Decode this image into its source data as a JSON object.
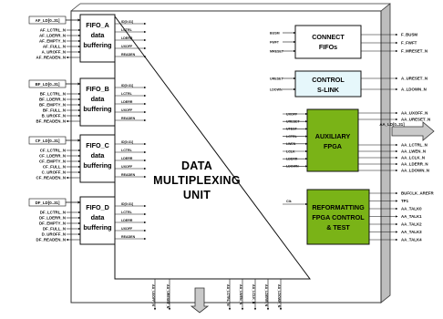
{
  "fifos": [
    {
      "id": "A",
      "title": "FIFO_A",
      "line2": "data",
      "line3": "buffering",
      "bus": "AF_LD[0..31]",
      "signals": [
        "AF_LCTRL_N",
        "AF_LDERR_N",
        "AF_EMPTY_N",
        "AF_FULL_N",
        "A_UROFF_N",
        "AF_READEN_N"
      ],
      "outs": [
        "ID[0:31]",
        "LCTRL",
        "LDERR",
        "UXOFF",
        "READEN"
      ]
    },
    {
      "id": "B",
      "title": "FIFO_B",
      "line2": "data",
      "line3": "buffering",
      "bus": "BF_LD[0..31]",
      "signals": [
        "BF_LCTRL_N",
        "BF_LDERR_N",
        "BF_EMPTY_N",
        "BF_FULL_N",
        "B_UROFF_N",
        "BF_READEN_N"
      ],
      "outs": [
        "ID[0:31]",
        "LCTRL",
        "LDERR",
        "UXOFF",
        "READEN"
      ]
    },
    {
      "id": "C",
      "title": "FIFO_C",
      "line2": "data",
      "line3": "buffering",
      "bus": "CF_LD[0..31]",
      "signals": [
        "CF_LCTRL_N",
        "CF_LDERR_N",
        "CF_EMPTY_N",
        "CF_FULL_N",
        "C_UROFF_N",
        "CF_READEN_N"
      ],
      "outs": [
        "ID[0:31]",
        "LCTRL",
        "LDERR",
        "UXOFF",
        "READEN"
      ]
    },
    {
      "id": "D",
      "title": "FIFO_D",
      "line2": "data",
      "line3": "buffering",
      "bus": "DF_LD[0..31]",
      "signals": [
        "DF_LCTRL_N",
        "DF_LDERR_N",
        "DF_EMPTY_N",
        "DF_FULL_N",
        "D_UROFF_N",
        "DF_READEN_N"
      ],
      "outs": [
        "ID[0:31]",
        "LCTRL",
        "LDERR",
        "UXOFF",
        "READEN"
      ]
    }
  ],
  "mux": {
    "line1": "DATA",
    "line2": "MULTIPLEXING",
    "line3": "UNIT"
  },
  "connect": {
    "line1": "CONNECT",
    "line2": "FIFOs",
    "inputs": [
      "BUSM",
      "FWFT",
      "MRESET"
    ],
    "outputs": [
      "F_BUSM",
      "F_FWFT",
      "F_MRESET_N"
    ]
  },
  "control": {
    "line1": "CONTROL",
    "line2": "S-LINK",
    "inputs": [
      "URESET",
      "LDOWN"
    ],
    "outputs": [
      "A_URESET_N",
      "A_LDOWN_N"
    ]
  },
  "aux": {
    "line1": "AUXILIARY",
    "line2": "FPGA",
    "inputs": [
      "UXOFF",
      "URESET",
      "UTEST",
      "LCTRL",
      "LWEN",
      "LCLK",
      "LDERR",
      "LDOWN"
    ],
    "outputs": [
      "AA_UXOFF_N",
      "AA_URESET_N",
      "AA_LD[0..31]",
      "AA_LCTRL_N",
      "AA_LWEN_N",
      "AA_LCLK_N",
      "AA_LDERR_N",
      "AA_LDOWN_N"
    ]
  },
  "reformat": {
    "line1": "REFORMATTING",
    "line2": "FPGA CONTROL",
    "line3": "& TEST",
    "input": "Clk",
    "outputs": [
      "BUFCLK_AREFR",
      "TP1",
      "AA_TALK0",
      "AA_TALK1",
      "AA_TALK2",
      "AA_TALK3",
      "AA_TALK4"
    ]
  },
  "bottom_signals": [
    "AA_UXOFF_N",
    "AA_URESET_N",
    "A_LD[0..31]",
    "AA_LCTRL_N",
    "AA_LWEN_N",
    "AA_LCLK_N",
    "AA_LDERR_N",
    "AA_LDOWN_N"
  ],
  "colors": {
    "green": "#7ab317",
    "light_blue": "#e6f7fb",
    "arrow": "#c9c9c9"
  }
}
